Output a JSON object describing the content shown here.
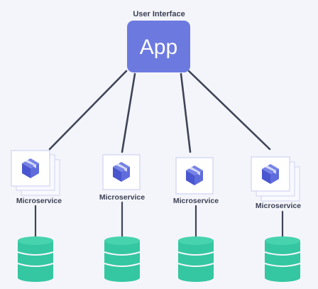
{
  "header": {
    "label": "User Interface"
  },
  "app": {
    "label": "App"
  },
  "services": [
    {
      "label": "Microservice"
    },
    {
      "label": "Microservice"
    },
    {
      "label": "Microservice"
    },
    {
      "label": "Microservice"
    }
  ],
  "colors": {
    "app": "#6c7ae0",
    "line": "#3f4458",
    "cube": "#5563d6",
    "card_border": "#cfd3f2",
    "db": "#34c7a1",
    "db_dark": "#2aa886"
  },
  "icons": {
    "service": "package-cube-icon",
    "database": "database-icon"
  }
}
